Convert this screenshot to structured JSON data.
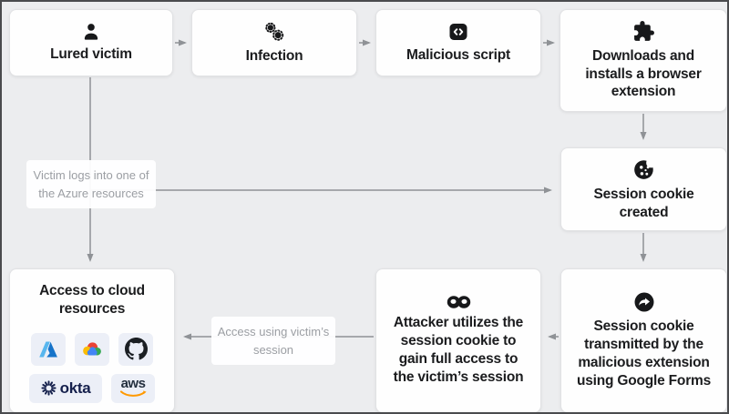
{
  "colors": {
    "background": "#ecedef",
    "frame_border": "#4a4b4e",
    "node_bg": "#fefefe",
    "node_border": "#e1e2e4",
    "node_text": "#1b1c1e",
    "muted_text": "#9b9ea3",
    "arrow": "#8f9296",
    "icon_black": "#17181a",
    "azure_light": "#58b6ee",
    "azure_dark": "#1673c9",
    "google_red": "#EA4335",
    "google_blue": "#4285F4",
    "google_yellow": "#FBBC05",
    "google_green": "#34A853",
    "github_black": "#1b1f23",
    "okta_navy": "#15204c",
    "aws_navy": "#232f3e",
    "aws_orange": "#FF9900"
  },
  "nodes": {
    "lured_victim": {
      "label": "Lured victim",
      "icon": "person-icon"
    },
    "infection": {
      "label": "Infection",
      "icon": "virus-icon"
    },
    "malicious_script": {
      "label": "Malicious script",
      "icon": "code-badge-icon"
    },
    "downloads_extension": {
      "label": "Downloads and installs a browser extension",
      "icon": "puzzle-piece-icon"
    },
    "session_cookie_created": {
      "label": "Session cookie created",
      "icon": "cookie-icon"
    },
    "session_cookie_transmitted": {
      "label": "Session cookie transmitted by the malicious extension using Google Forms",
      "icon": "share-circle-icon"
    },
    "attacker_utilizes": {
      "label": "Attacker utilizes the session cookie to gain full access to the victim’s session",
      "icon": "domino-mask-icon"
    },
    "access_cloud": {
      "label": "Access to cloud resources",
      "logos": [
        "azure",
        "google-cloud",
        "github",
        "okta",
        "aws"
      ]
    }
  },
  "edge_labels": {
    "azure_login": "Victim logs into one of the Azure resources",
    "access_session": "Access using victim’s session"
  },
  "logo_text": {
    "okta": "okta",
    "aws": "aws"
  }
}
